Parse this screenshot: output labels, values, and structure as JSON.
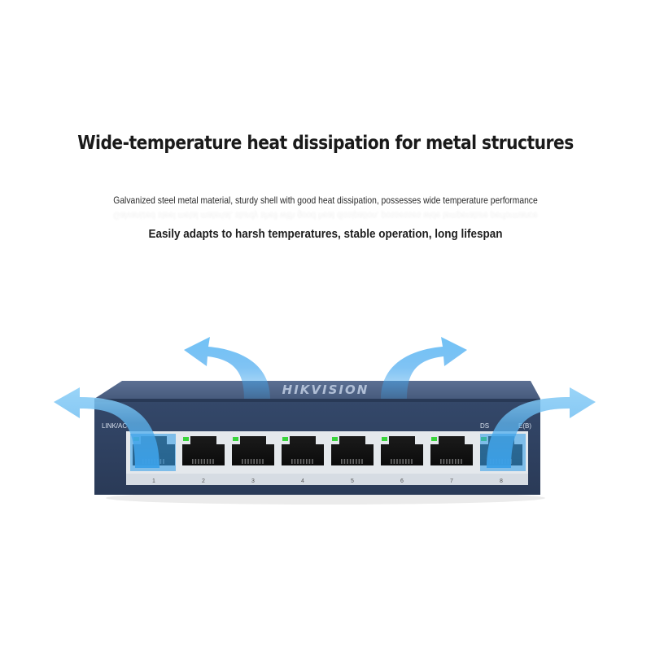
{
  "headline": "Wide-temperature heat dissipation for metal structures",
  "description": "Galvanized steel metal material, sturdy shell with good heat dissipation, possesses wide temperature performance",
  "subheadline": "Easily adapts to harsh temperatures, stable operation, long lifespan",
  "device": {
    "brand": "HIKVISION",
    "left_label": "LINK/AC",
    "model_label_left": "DS",
    "model_label_right": "E(B)",
    "port_numbers": [
      "1",
      "2",
      "3",
      "4",
      "5",
      "6",
      "7",
      "8"
    ],
    "body_color": "#4d6286",
    "front_color": "#2e3f5e",
    "port_strip_color": "#e4e8ec",
    "led_color": "#39d43c",
    "airflow_color": "#3aa0e8"
  },
  "icons": {
    "airflow": "curved-arrow-icon"
  }
}
